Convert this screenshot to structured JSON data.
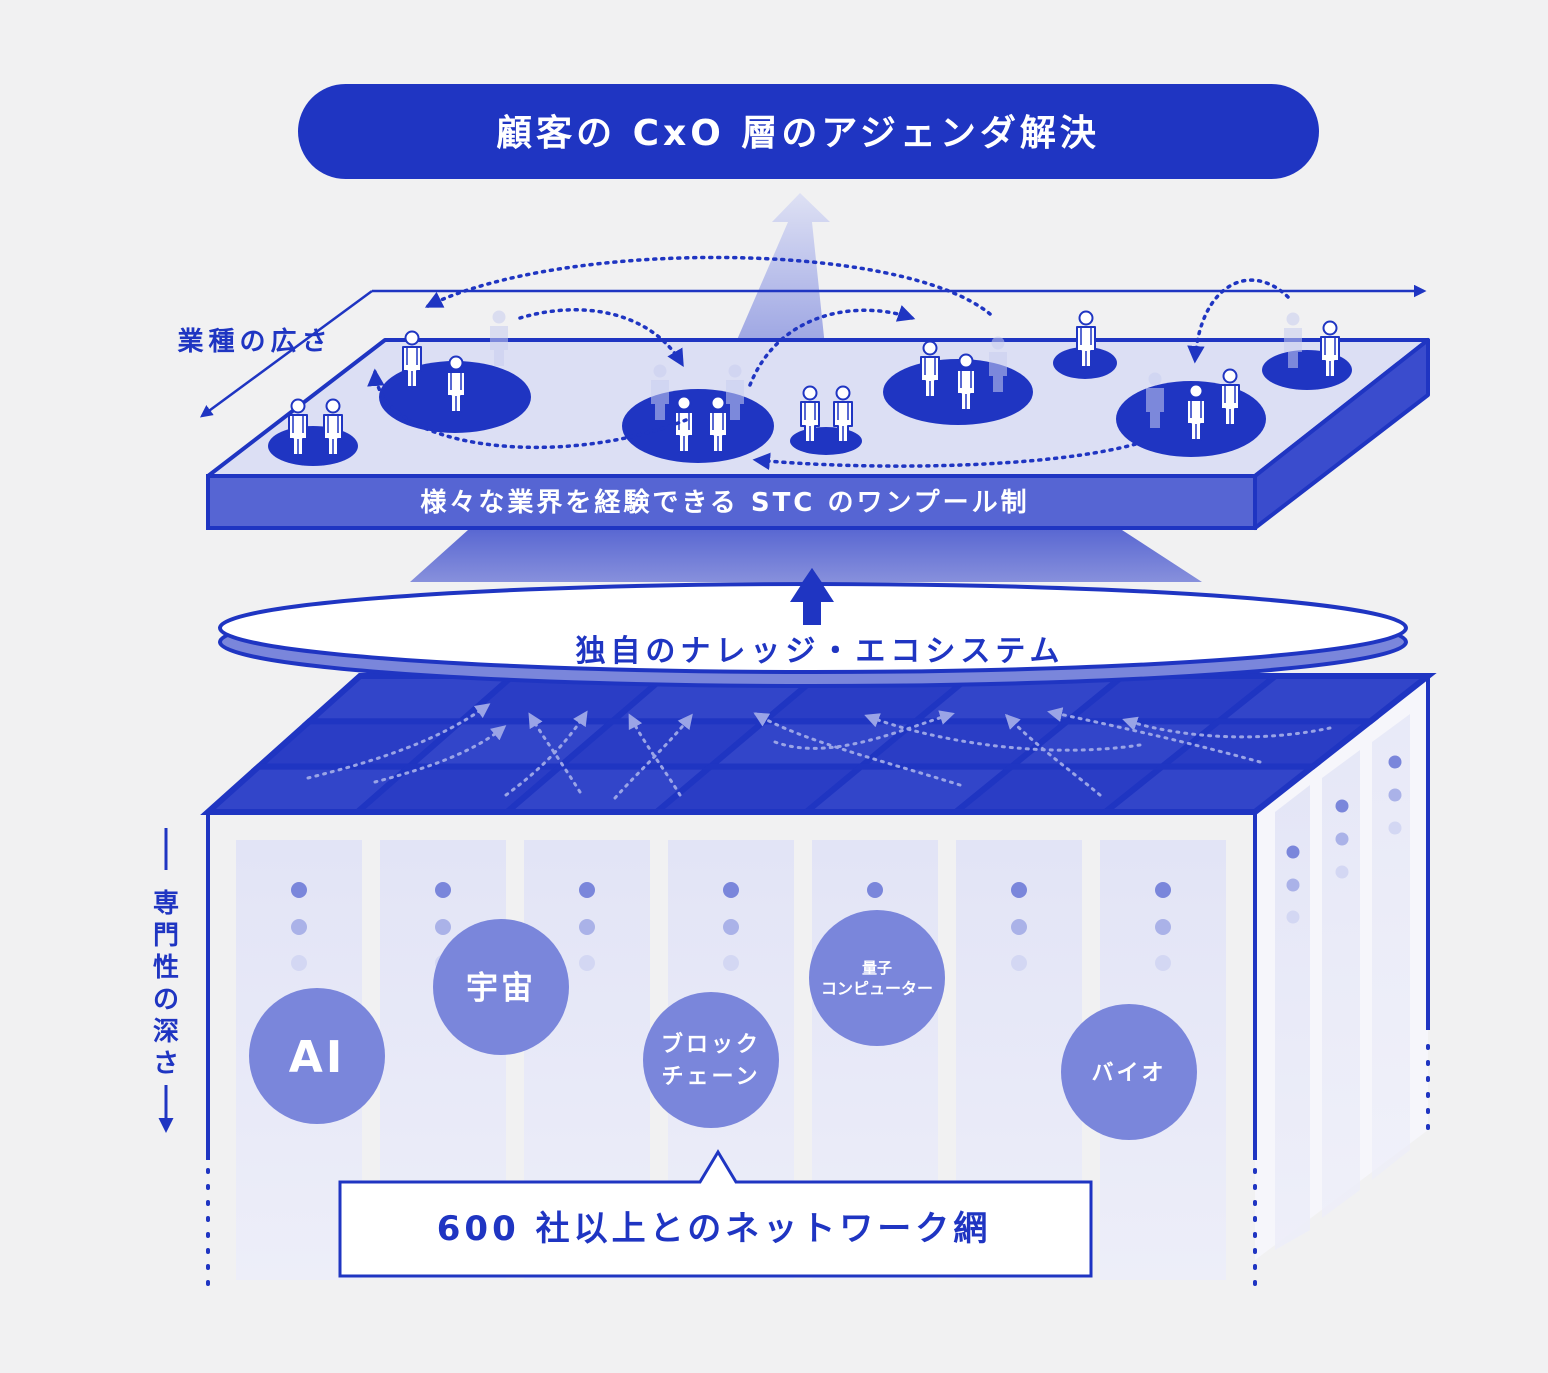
{
  "colors": {
    "primary": "#1f35c2",
    "medium": "#7a86db",
    "light": "#dcdff4",
    "pale": "#e8e9f7",
    "background": "#f1f1f2",
    "white": "#ffffff"
  },
  "header": {
    "title": "顧客の CxO 層のアジェンダ解決"
  },
  "platform": {
    "breadth_label": "業種の広さ",
    "front_label": "様々な業界を経験できる STC のワンプール制"
  },
  "ecosystem": {
    "label": "独自のナレッジ・エコシステム"
  },
  "depth_label": "専門性の深さ",
  "domains": [
    {
      "id": "ai",
      "label": "AI"
    },
    {
      "id": "space",
      "label": "宇宙"
    },
    {
      "id": "blockchain",
      "label": "ブロックチェーン",
      "lines": [
        "ブロック",
        "チェーン"
      ]
    },
    {
      "id": "quantum",
      "label": "量子コンピューター",
      "lines": [
        "量子",
        "コンピューター"
      ]
    },
    {
      "id": "bio",
      "label": "バイオ"
    }
  ],
  "network": {
    "label": "600 社以上とのネットワーク網"
  },
  "icons": [
    "person-icon",
    "arrow-up-icon",
    "arrow-right-icon",
    "arrow-down-icon"
  ]
}
